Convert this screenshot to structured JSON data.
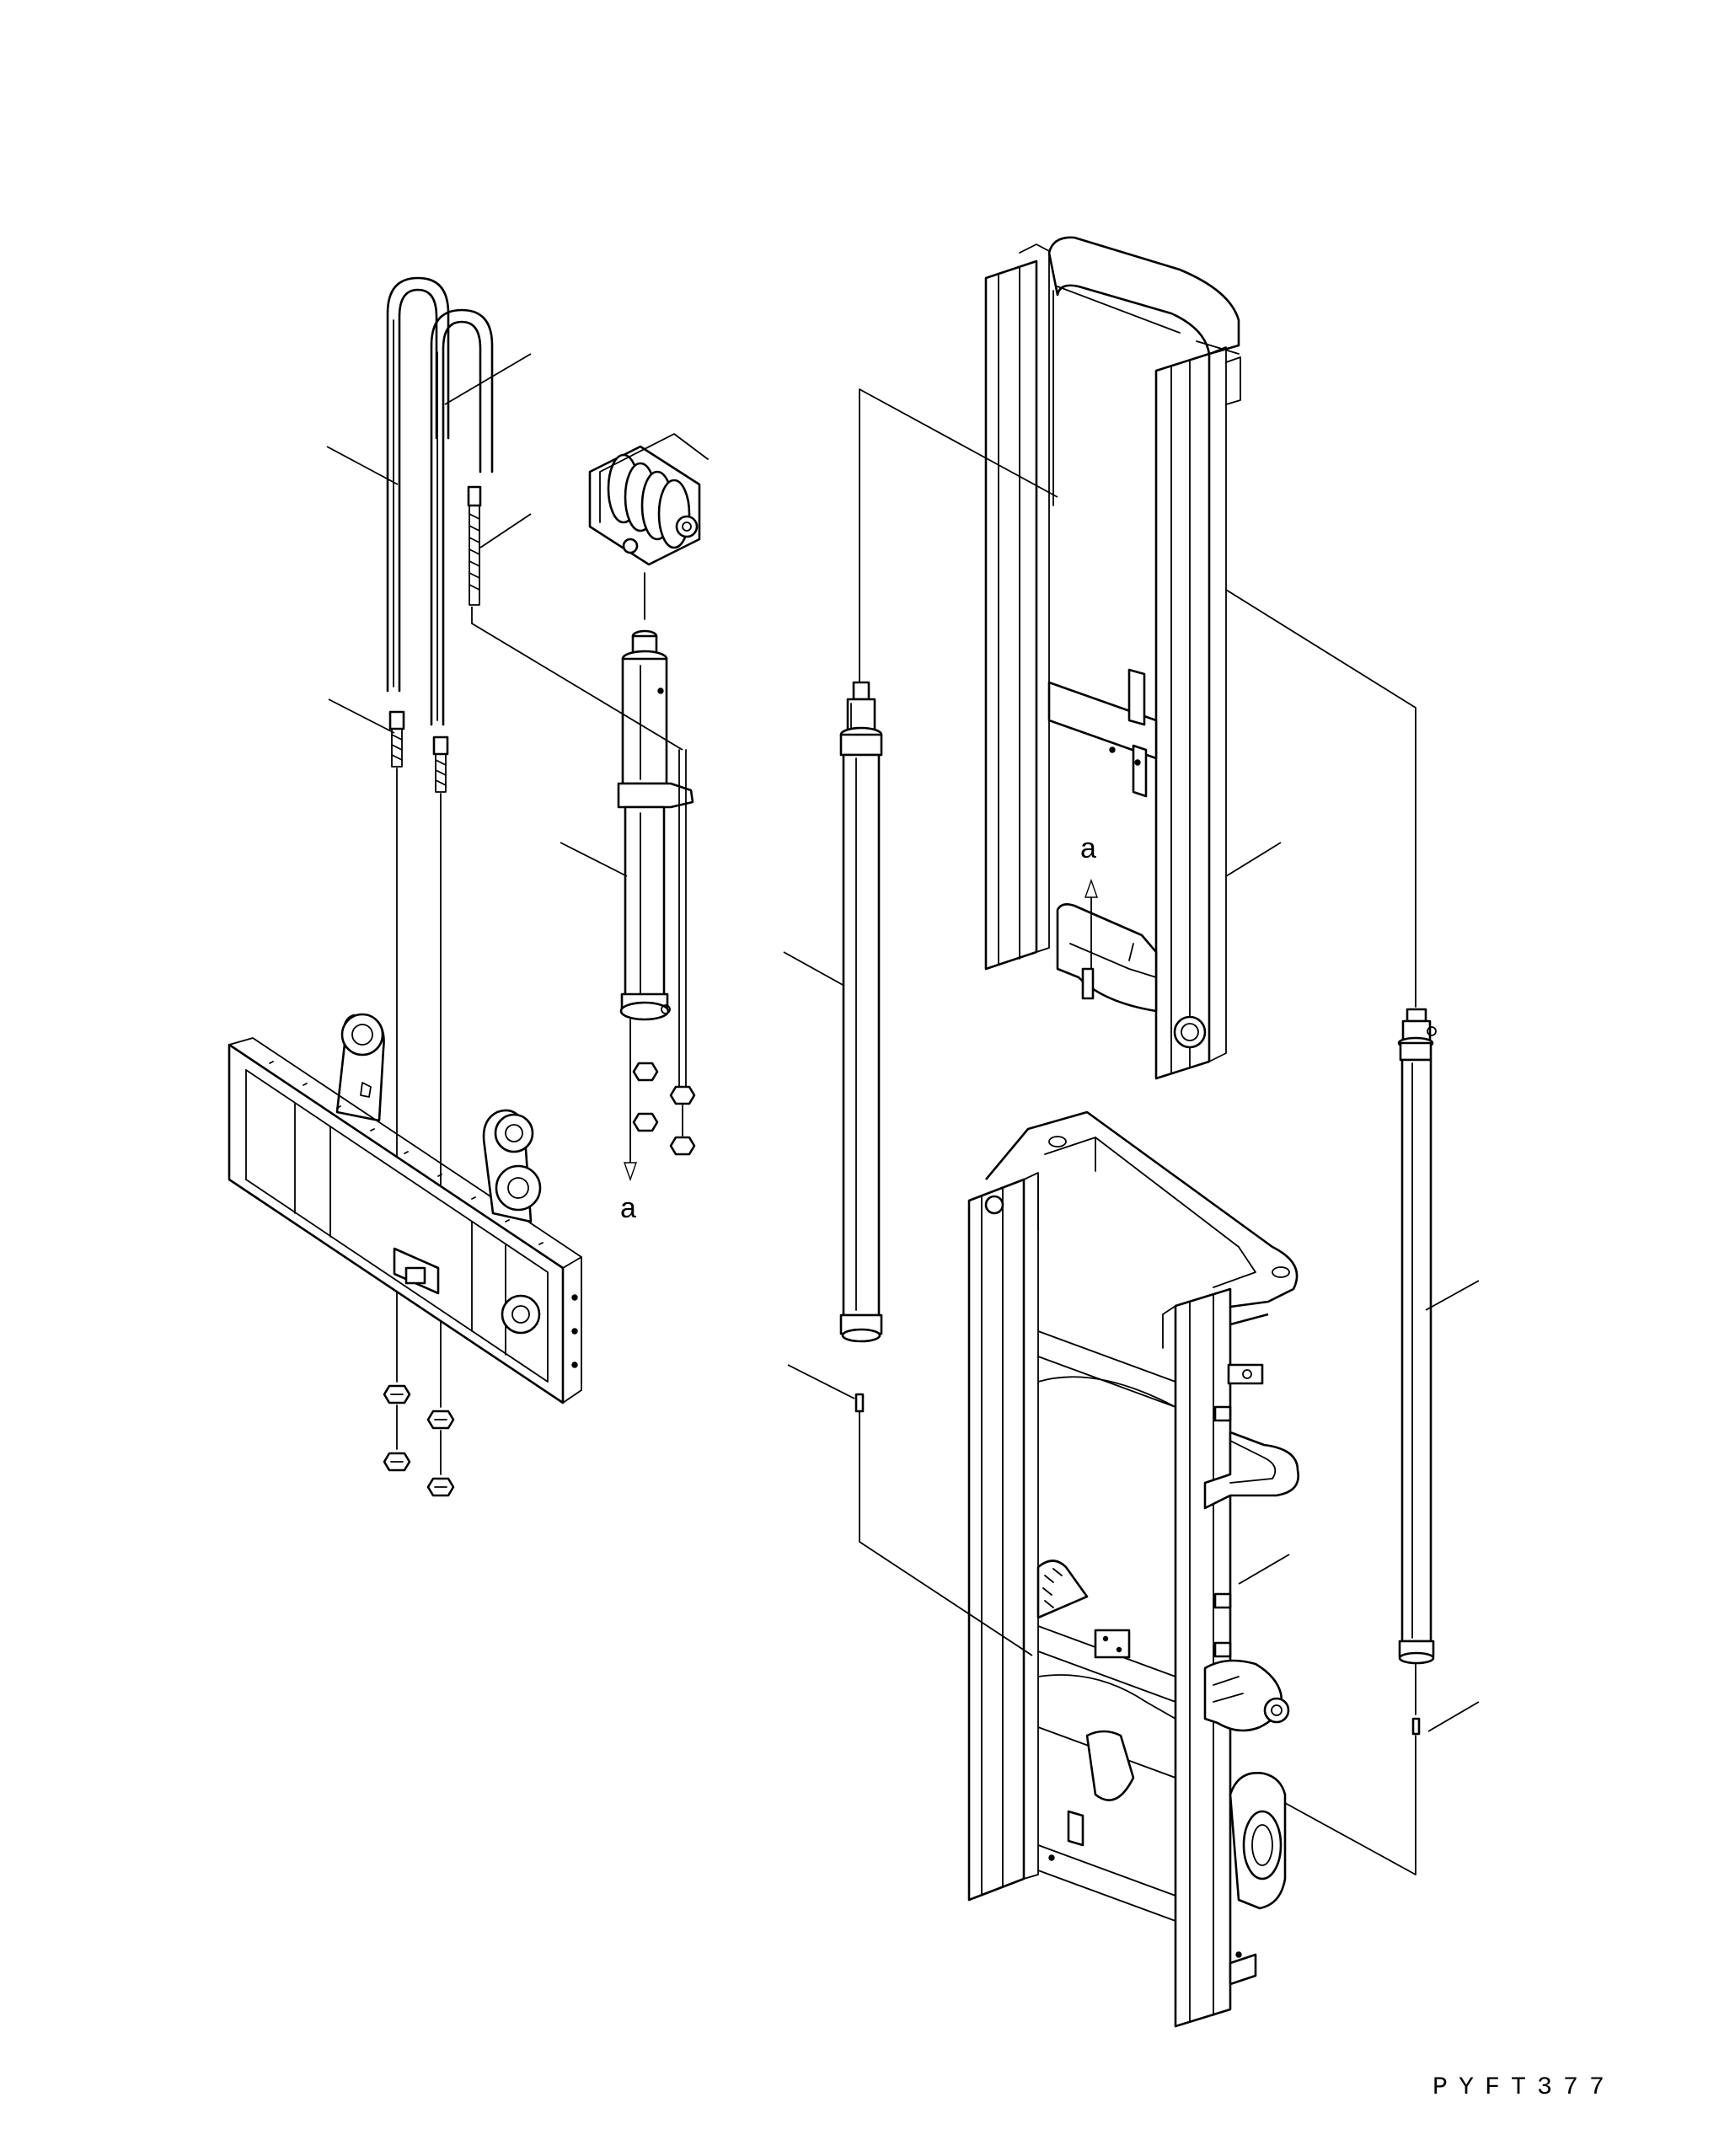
{
  "drawing": {
    "view_marker_lower": "a",
    "view_marker_upper": "a",
    "drawing_code": "PYFT377"
  }
}
